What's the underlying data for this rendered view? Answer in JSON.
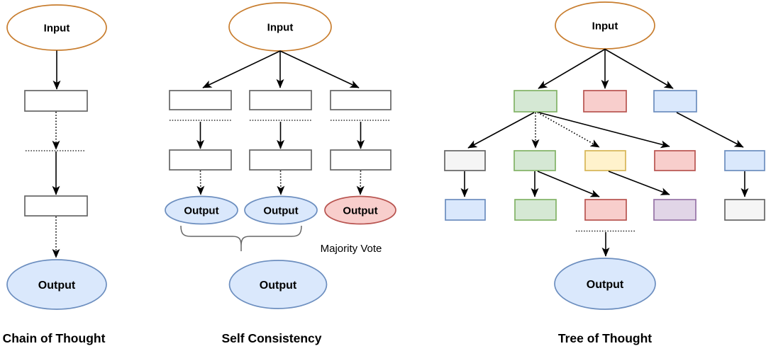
{
  "palette": {
    "plain": {
      "fill": "#ffffff",
      "stroke": "#666666"
    },
    "gray": {
      "fill": "#f5f5f5",
      "stroke": "#666666"
    },
    "green": {
      "fill": "#d5e8d4",
      "stroke": "#82b366"
    },
    "red": {
      "fill": "#f8cecc",
      "stroke": "#b85450"
    },
    "blue": {
      "fill": "#dae8fc",
      "stroke": "#6c8ebf"
    },
    "yellow": {
      "fill": "#fff2cc",
      "stroke": "#d6b656"
    },
    "purple": {
      "fill": "#e1d5e7",
      "stroke": "#9673a6"
    },
    "input": {
      "fill": "#ffffff",
      "stroke": "#c87d2e",
      "text": "#99490f"
    },
    "edge": "#000000",
    "brace": "#666666",
    "label_text": "#000000"
  },
  "diagrams": {
    "cot": {
      "title": "Chain of Thought",
      "input": "Input",
      "output": "Output"
    },
    "sc": {
      "title": "Self Consistency",
      "input": "Input",
      "branch_outputs": [
        "Output",
        "Output",
        "Output"
      ],
      "branch_output_colors": [
        "blue",
        "blue",
        "red"
      ],
      "majority_vote": "Majority Vote",
      "final_output": "Output"
    },
    "tot": {
      "title": "Tree of Thought",
      "input": "Input",
      "output": "Output",
      "node_colors": {
        "level1": [
          "green",
          "red",
          "blue"
        ],
        "level2": [
          "gray",
          "green",
          "yellow",
          "red",
          "blue"
        ],
        "level3": [
          "blue",
          "green",
          "red",
          "purple",
          "gray"
        ]
      }
    }
  }
}
